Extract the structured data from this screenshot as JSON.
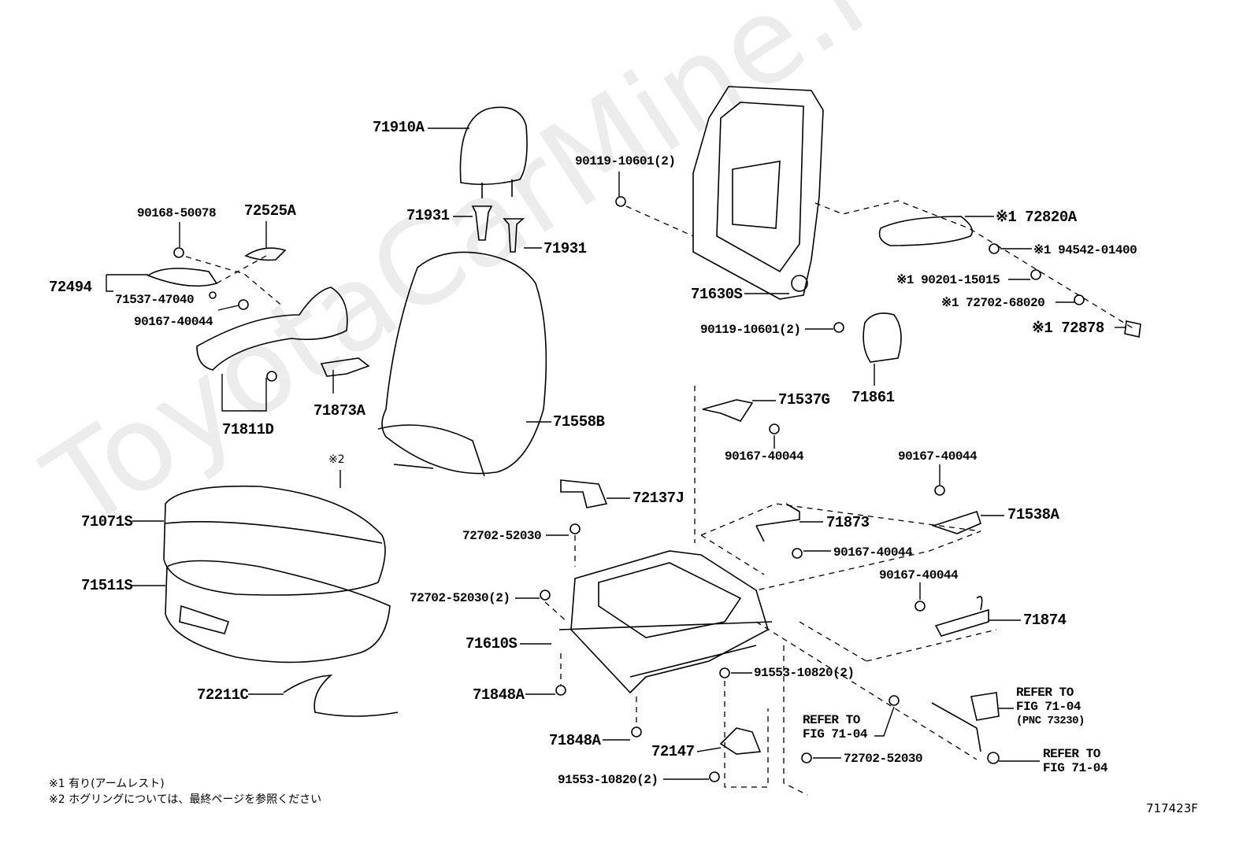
{
  "watermark": "ToyotaCarMine.ru",
  "figure_id": "717423F",
  "notes": [
    "※1 有り(アームレスト)",
    "※2 ホグリングについては、最終ページを参照ください"
  ],
  "labels": {
    "l71910A": "71910A",
    "l90168_50078": "90168-50078",
    "l72525A": "72525A",
    "l72494": "72494",
    "l71537_47040": "71537-47040",
    "l90167_40044_a": "90167-40044",
    "l71931_a": "71931",
    "l71931_b": "71931",
    "l71873A": "71873A",
    "l71811D": "71811D",
    "l71558B": "71558B",
    "n2": "※2",
    "l71071S": "71071S",
    "l71511S": "71511S",
    "l72211C": "72211C",
    "l90119_a": "90119-10601(2)",
    "l72820A": "※1 72820A",
    "l94542": "※1 94542-01400",
    "l90201": "※1 90201-15015",
    "l72702_68020": "※1 72702-68020",
    "l72878": "※1 72878",
    "l71630S": "71630S",
    "l90119_b": "90119-10601(2)",
    "l71861": "71861",
    "l71537G": "71537G",
    "l90167_b": "90167-40044",
    "l90167_c": "90167-40044",
    "l72137J": "72137J",
    "l71873": "71873",
    "l71538A": "71538A",
    "l72702_52030_a": "72702-52030",
    "l90167_d": "90167-40044",
    "l90167_e": "90167-40044",
    "l72702_52030_2": "72702-52030(2)",
    "l71874": "71874",
    "l71610S": "71610S",
    "l91553_a": "91553-10820(2)",
    "l71848A_a": "71848A",
    "l71848A_b": "71848A",
    "l72147": "72147",
    "l72702_52030_b": "72702-52030",
    "l91553_b": "91553-10820(2)",
    "refer1": [
      "REFER TO",
      "FIG 71-04",
      "(PNC 73230)"
    ],
    "refer2": [
      "REFER TO",
      "FIG 71-04"
    ],
    "refer3": [
      "REFER TO",
      "FIG 71-04"
    ]
  }
}
